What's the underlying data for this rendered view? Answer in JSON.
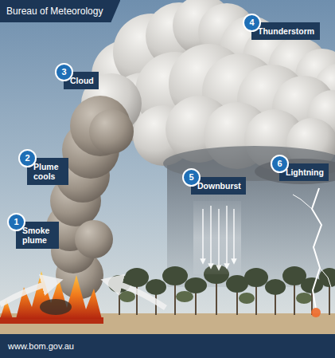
{
  "diagram": {
    "title": "Bureau of Meteorology",
    "caption": "www.bom.gov.au",
    "nodes": [
      {
        "text": [
          "1",
          "Smoke plume"
        ]
      },
      {
        "text": [
          "2",
          "Plume cools"
        ]
      },
      {
        "text": [
          "3",
          "Cloud"
        ]
      },
      {
        "text": [
          "4",
          "Thunderstorm"
        ]
      },
      {
        "text": [
          "5",
          "Downburst"
        ]
      },
      {
        "text": [
          "6",
          "Lightning"
        ]
      }
    ]
  }
}
